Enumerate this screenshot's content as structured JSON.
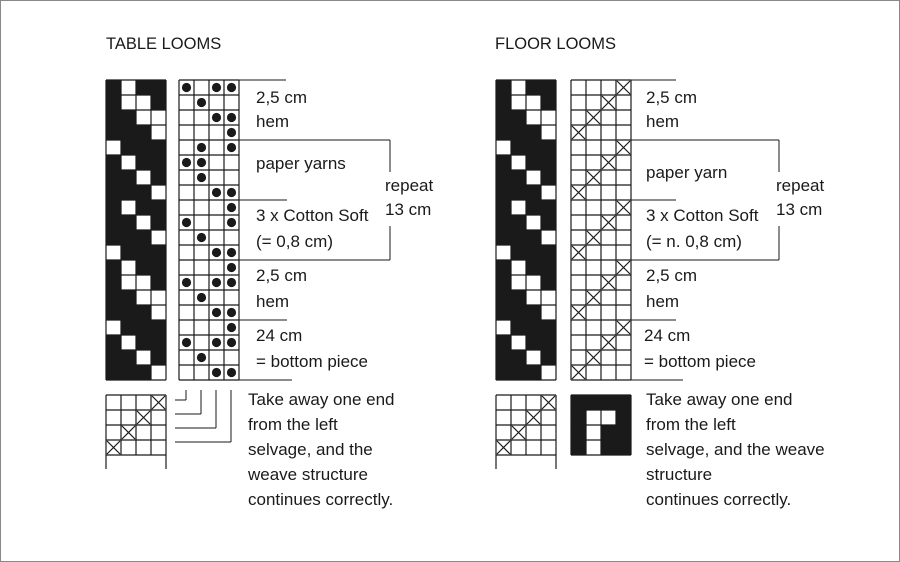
{
  "colors": {
    "ink": "#1a1a1a",
    "paper": "#ffffff",
    "frame": "#888888"
  },
  "table_looms": {
    "heading": "TABLE LOOMS",
    "labels": [
      [
        "2,5 cm",
        "hem"
      ],
      [
        "paper yarns"
      ],
      [
        "3 x Cotton Soft",
        "(= 0,8 cm)"
      ],
      [
        "2,5 cm",
        "hem"
      ],
      [
        "24 cm",
        "= bottom piece"
      ]
    ],
    "repeat": [
      "repeat",
      "13 cm"
    ],
    "note": [
      "Take away one end",
      "from the left",
      "selvage, and the",
      "weave structure",
      "continues correctly."
    ]
  },
  "floor_looms": {
    "heading": "FLOOR LOOMS",
    "labels": [
      [
        "2,5 cm",
        "hem"
      ],
      [
        "paper yarn"
      ],
      [
        "3 x Cotton Soft",
        "(= n. 0,8 cm)"
      ],
      [
        "2,5 cm",
        "hem"
      ],
      [
        "24 cm",
        "= bottom piece"
      ]
    ],
    "repeat": [
      "repeat",
      "13 cm"
    ],
    "note": [
      "Take away one end",
      "from the left",
      "selvage, and the weave",
      "structure",
      "continues correctly."
    ]
  }
}
